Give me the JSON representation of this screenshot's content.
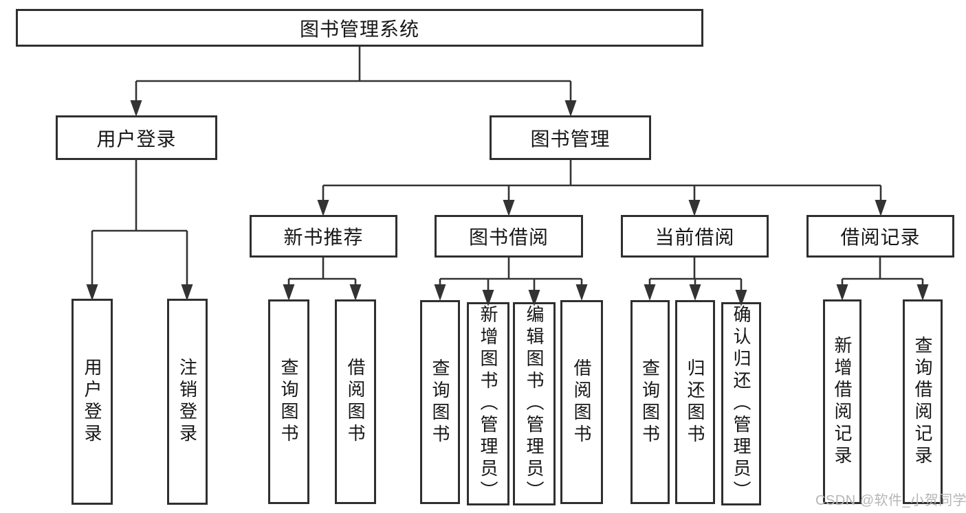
{
  "diagram": {
    "root": {
      "label": "图书管理系统"
    },
    "level2": [
      {
        "label": "用户登录"
      },
      {
        "label": "图书管理"
      }
    ],
    "level3": [
      {
        "label": "新书推荐",
        "parent": "图书管理"
      },
      {
        "label": "图书借阅",
        "parent": "图书管理"
      },
      {
        "label": "当前借阅",
        "parent": "图书管理"
      },
      {
        "label": "借阅记录",
        "parent": "图书管理"
      }
    ],
    "leaves": [
      {
        "label": "用户登录",
        "parent": "用户登录"
      },
      {
        "label": "注销登录",
        "parent": "用户登录"
      },
      {
        "label": "查询图书",
        "parent": "新书推荐"
      },
      {
        "label": "借阅图书",
        "parent": "新书推荐"
      },
      {
        "label": "查询图书",
        "parent": "图书借阅"
      },
      {
        "label": "新增图书（管理员）",
        "parent": "图书借阅"
      },
      {
        "label": "编辑图书（管理员）",
        "parent": "图书借阅"
      },
      {
        "label": "借阅图书",
        "parent": "图书借阅"
      },
      {
        "label": "查询图书",
        "parent": "当前借阅"
      },
      {
        "label": "归还图书",
        "parent": "当前借阅"
      },
      {
        "label": "确认归还（管理员）",
        "parent": "当前借阅"
      },
      {
        "label": "新增借阅记录",
        "parent": "借阅记录"
      },
      {
        "label": "查询借阅记录",
        "parent": "借阅记录"
      }
    ],
    "line_color": "#333333",
    "box_border_color": "#2f2f2f"
  },
  "watermark": {
    "text": "CSDN @软件_小贺同学",
    "color": "#b6b6b6"
  }
}
